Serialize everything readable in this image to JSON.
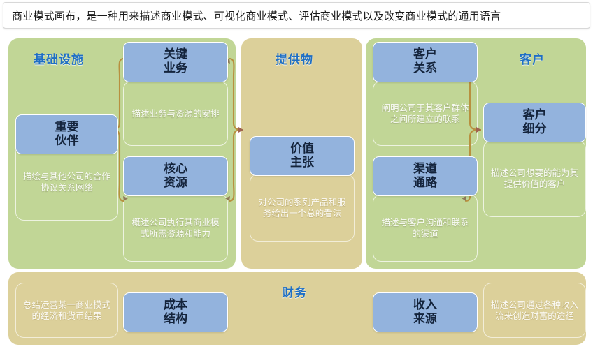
{
  "header": {
    "title": "商业模式画布，是一种用来描述商业模式、可视化商业模式、评估商业模式以及改变商业模式的通用语言"
  },
  "canvas": {
    "panels": [
      {
        "id": "infrastructure",
        "title": "基础设施",
        "color": "#c1d696"
      },
      {
        "id": "offering",
        "title": "提供物",
        "color": "#dcd09a"
      },
      {
        "id": "customer",
        "title": "客户",
        "color": "#c1d696"
      },
      {
        "id": "finance",
        "title": "财务",
        "color": "#dcd09a"
      }
    ],
    "blocks": [
      {
        "id": "key-partners",
        "label_line1": "重要",
        "label_line2": "伙伴",
        "description": "描绘与其他公司的合作协议关系网络"
      },
      {
        "id": "key-activities",
        "label_line1": "关键",
        "label_line2": "业务",
        "description": "描述业务与资源的安排"
      },
      {
        "id": "key-resources",
        "label_line1": "核心",
        "label_line2": "资源",
        "description": "概述公司执行其商业模式所需资源和能力"
      },
      {
        "id": "value-proposition",
        "label_line1": "价值",
        "label_line2": "主张",
        "description": "对公司的系列产品和服务给出一个总的看法"
      },
      {
        "id": "customer-relationships",
        "label_line1": "客户",
        "label_line2": "关系",
        "description": "阐明公司于其客户群体之间所建立的联系"
      },
      {
        "id": "channels",
        "label_line1": "渠道",
        "label_line2": "通路",
        "description": "描述与客户沟通和联系的渠道"
      },
      {
        "id": "customer-segments",
        "label_line1": "客户",
        "label_line2": "细分",
        "description": "描述公司想要的能为其提供价值的客户"
      },
      {
        "id": "cost-structure",
        "label_line1": "成本",
        "label_line2": "结构",
        "description": "总结运营某一商业模式的经济和货币结果"
      },
      {
        "id": "revenue-streams",
        "label_line1": "收入",
        "label_line2": "来源",
        "description": "描述公司通过各种收入流来创造财富的途径"
      }
    ]
  },
  "colors": {
    "panel_green": "#c1d696",
    "panel_tan": "#dcd09a",
    "block_blue": "#93b3dd",
    "title_blue": "#1f6fc4",
    "connector": "#b8903f",
    "page_background": "#ffffff"
  }
}
